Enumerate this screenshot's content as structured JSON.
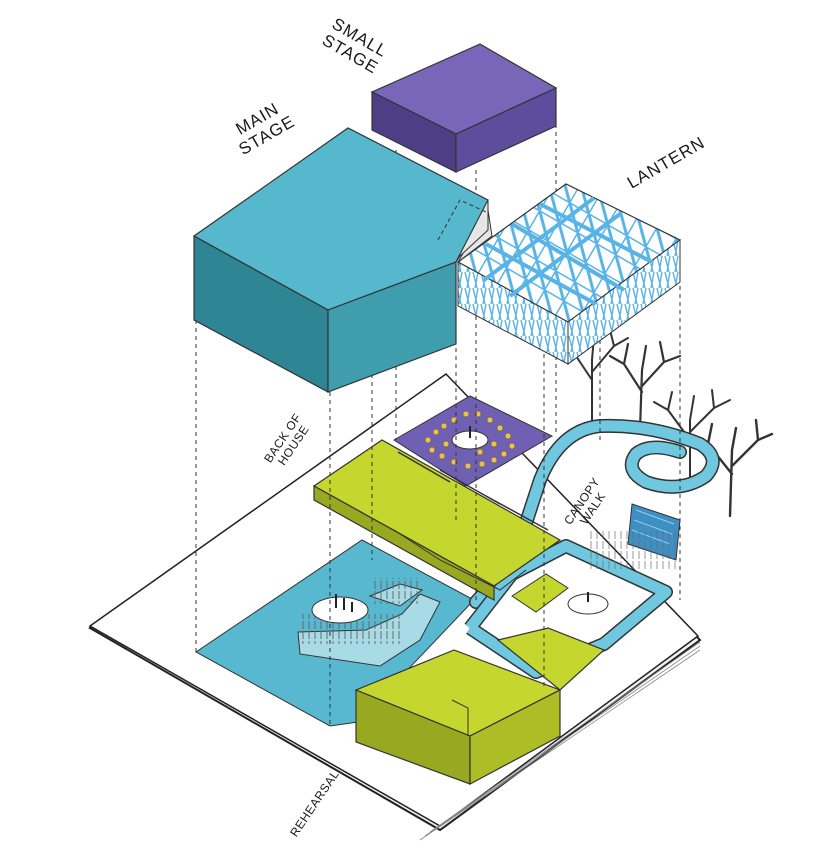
{
  "labels": {
    "small_stage": [
      "SMALL",
      "STAGE"
    ],
    "main_stage": [
      "MAIN",
      "STAGE"
    ],
    "lantern": "LANTERN",
    "back_of_house": [
      "BACK OF",
      "HOUSE"
    ],
    "canopy_walk": [
      "CANOPY",
      "WALK"
    ],
    "rehearsal": "REHEARSAL"
  },
  "colors": {
    "main_stage_top": "#56b8cc",
    "main_stage_left": "#2e8594",
    "main_stage_right": "#3f9dae",
    "small_stage_top": "#7a66b8",
    "small_stage_left": "#4d3f86",
    "small_stage_right": "#5d4d9d",
    "lantern": "#58b4e6",
    "foyer": "#c5d62e",
    "foyer_dark": "#98a821",
    "audience_purple": "#7060b3",
    "walk_blue": "#6fc7e0",
    "ground_blue": "#58b8cf",
    "tree": "#333333"
  }
}
